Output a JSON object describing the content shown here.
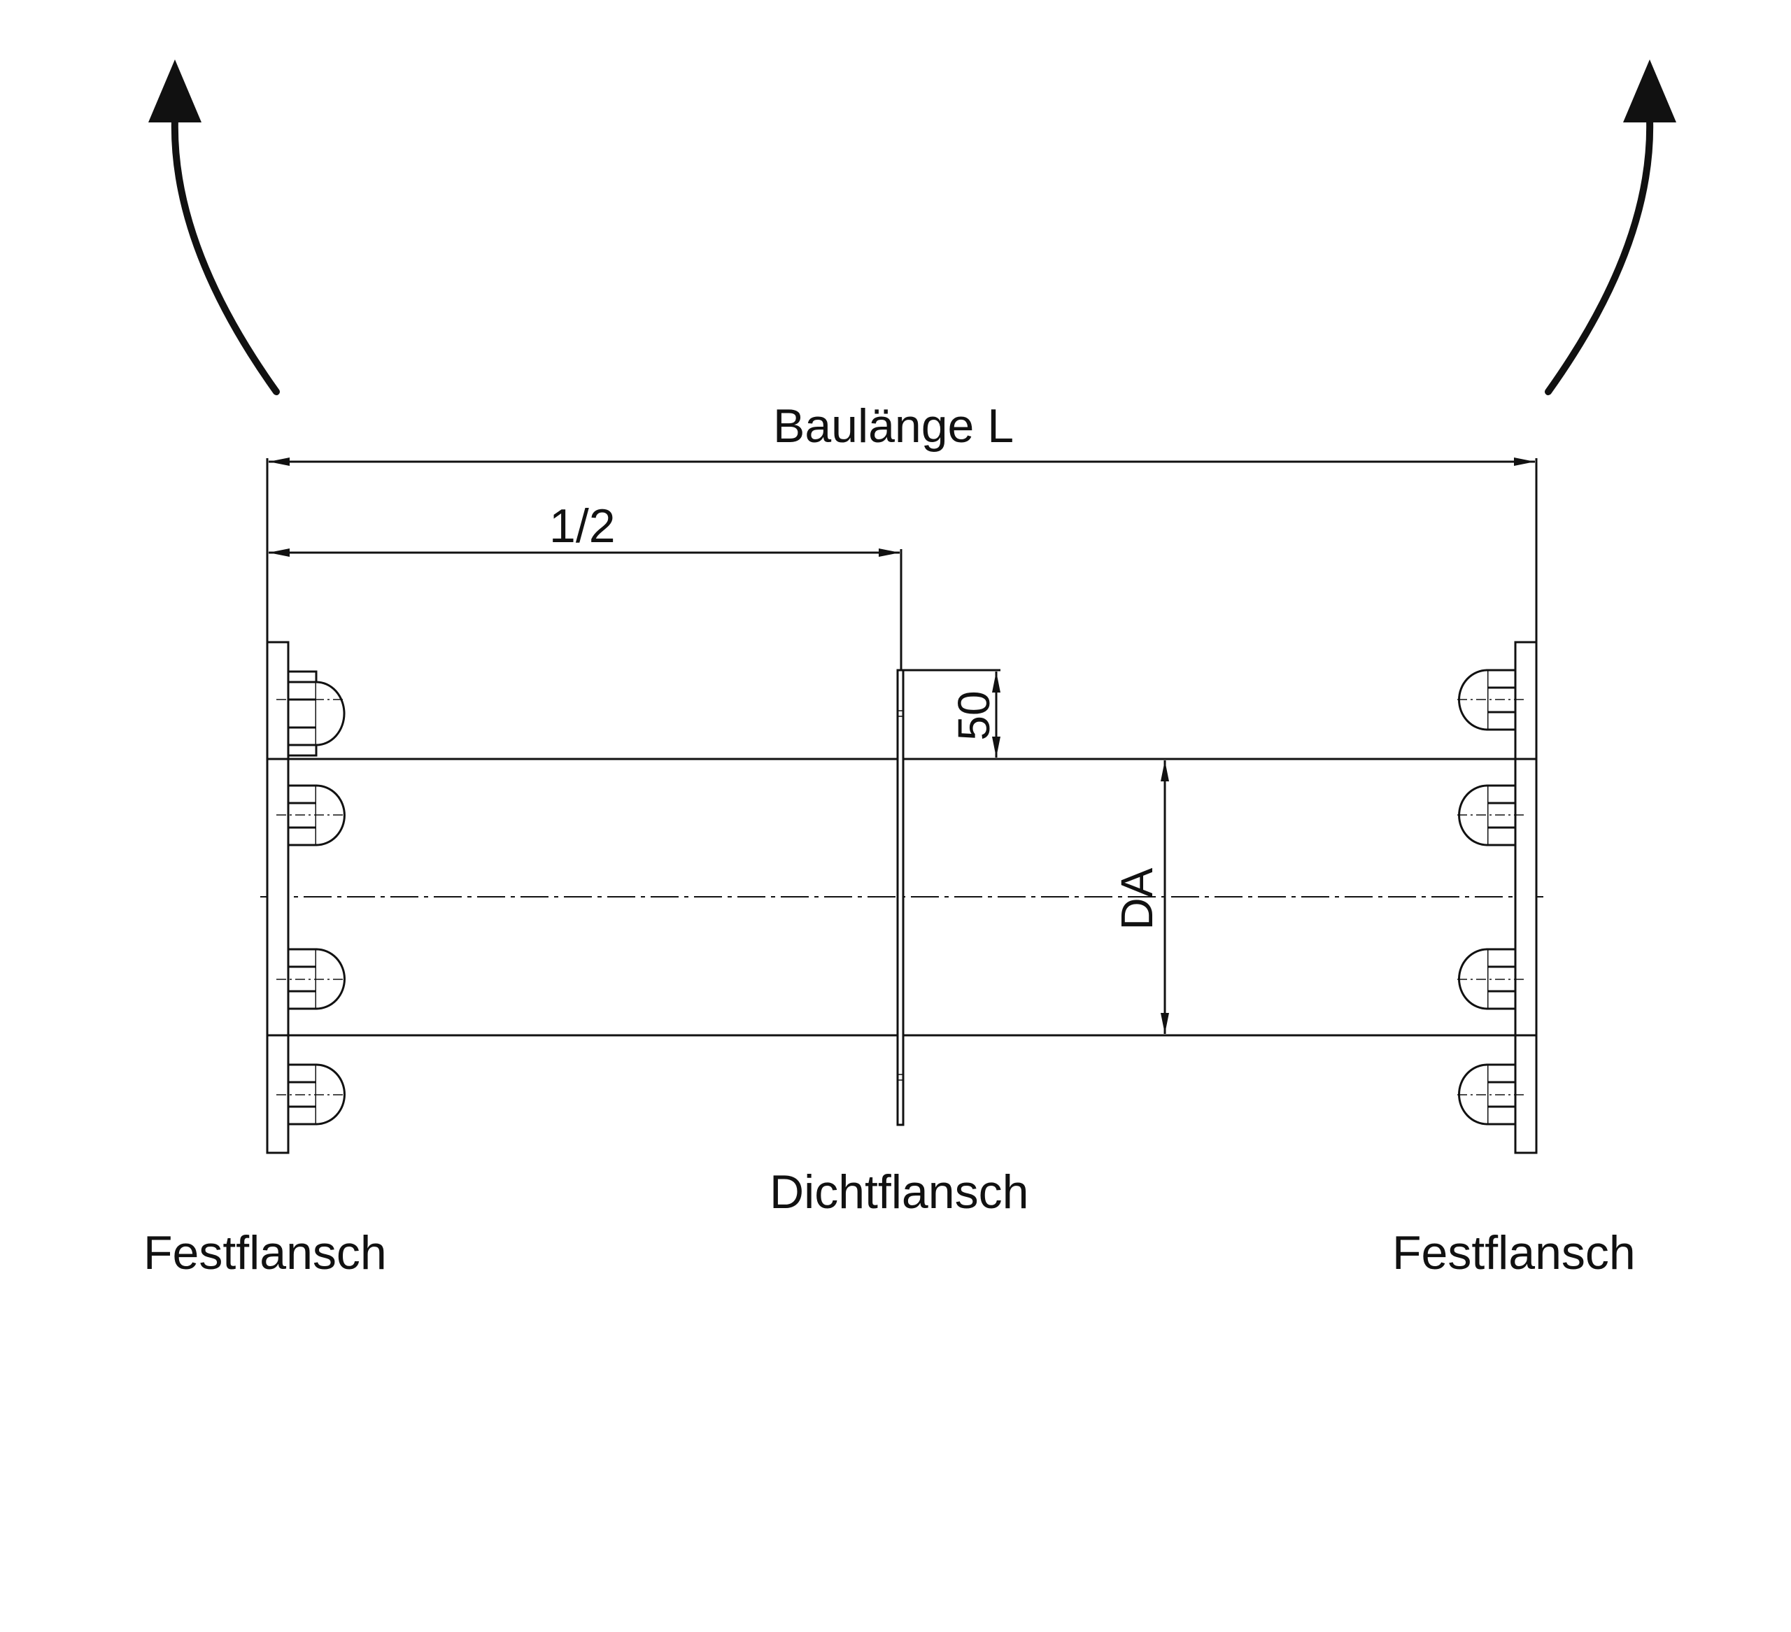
{
  "dimensions": {
    "overall_length": "Baulänge L",
    "half_length": "1/2",
    "flange_offset": "50",
    "outer_diameter": "DA"
  },
  "labels": {
    "center_flange": "Dichtflansch",
    "left_flange": "Festflansch",
    "right_flange": "Festflansch"
  },
  "colors": {
    "line": "#111111",
    "background": "#ffffff"
  }
}
